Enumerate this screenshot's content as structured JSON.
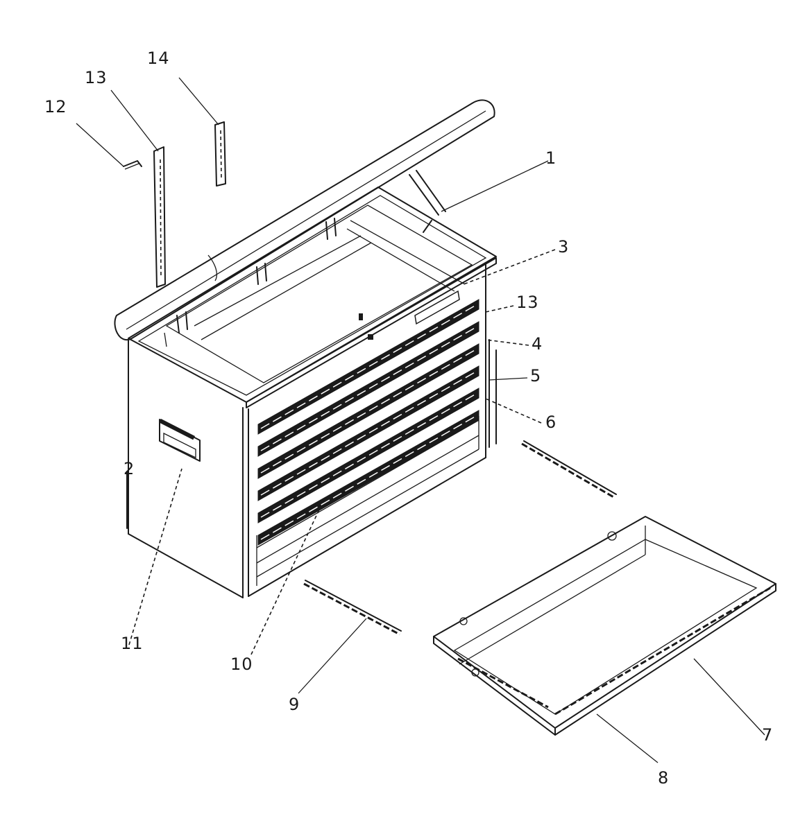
{
  "callouts": {
    "c1": "1",
    "c2": "2",
    "c3": "3",
    "c4": "4",
    "c5": "5",
    "c6": "6",
    "c7": "7",
    "c8": "8",
    "c9": "9",
    "c10": "10",
    "c11": "11",
    "c12": "12",
    "c13a": "13",
    "c13b": "13",
    "c14": "14"
  },
  "colors": {
    "ink": "#1a1a1a",
    "paper": "#ffffff"
  }
}
